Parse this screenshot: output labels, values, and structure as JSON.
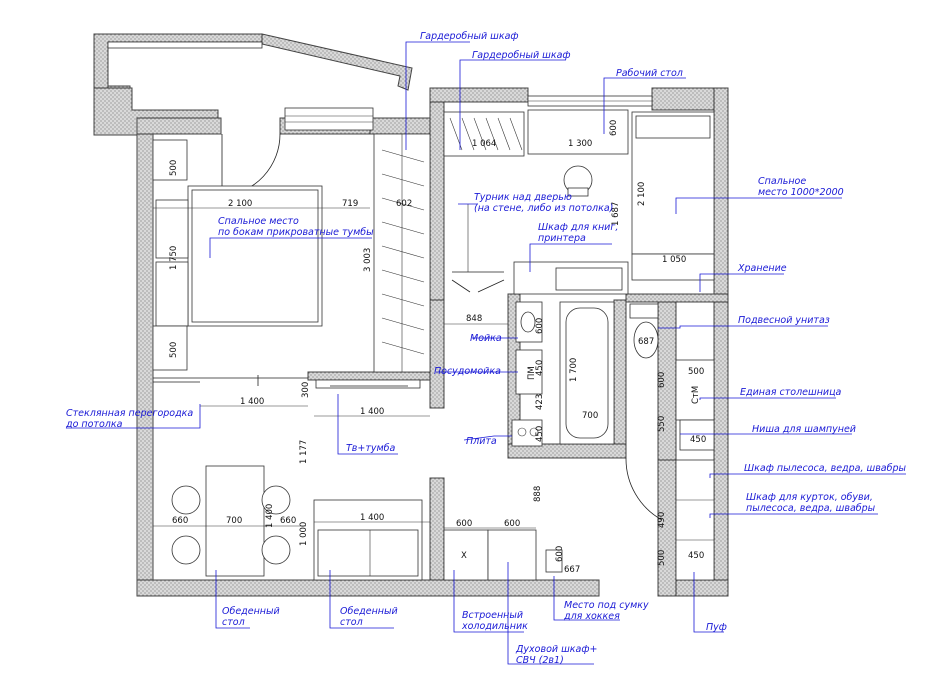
{
  "labels": {
    "wardrobe_1": "Гардеробный шкаф",
    "wardrobe_2": "Гардеробный шкаф",
    "desk": "Рабочий стол",
    "bed_1000": "Спальное место 1000*2000",
    "bed_side": "Спальное место по бокам прикроватные тумбы",
    "pullup_bar": "Турник над дверью (на стене, либо из потолка)",
    "bookcase": "Шкаф для книг, принтера",
    "storage": "Хранение",
    "toilet": "Подвесной унитаз",
    "sink": "Мойка",
    "dishwasher": "Посудомойка",
    "countertop": "Единая столешница",
    "shampoo_niche": "Ниша для шампуней",
    "glass_partition": "Стеклянная перегородка до потолка",
    "tv_stand": "Тв+тумба",
    "stove": "Плита",
    "vacuum_cabinet": "Шкаф пылесоса, ведра, швабры",
    "jacket_cabinet": "Шкаф для курток, обуви, пылесоса, ведра, швабры",
    "dining_table_1": "Обеденный стол",
    "dining_table_2": "Обеденный стол",
    "fridge": "Встроенный холодильник",
    "oven": "Духовой шкаф+ СВЧ (2в1)",
    "bag_place": "Место под сумку для хоккея",
    "pouf": "Пуф"
  },
  "dims": {
    "d2100": "2 100",
    "d719": "719",
    "d602": "602",
    "d1064": "1 064",
    "d1300": "1 300",
    "d600_desk": "600",
    "d2100v": "2 100",
    "d1050": "1 050",
    "d500a": "500",
    "d1750": "1 750",
    "d500b": "500",
    "d3003": "3 003",
    "d1687": "1 687",
    "d848": "848",
    "d600_sink": "600",
    "d450_dish": "450",
    "d423": "423",
    "d450_stove": "450",
    "d1700": "1 700",
    "d700_bath": "700",
    "d687": "687",
    "d500_c": "500",
    "d600_c": "600",
    "d450_c": "450",
    "d550": "550",
    "d1400_glass": "1 400",
    "d300": "300",
    "d1400_tv": "1 400",
    "d1177": "1 177",
    "d888": "888",
    "d660a": "660",
    "d700_table": "700",
    "d1400_tbl": "1 400",
    "d660b": "660",
    "d1000": "1 000",
    "d1400_sofa": "1 400",
    "d600_f1": "600",
    "d600_f2": "600",
    "d600_bag": "600",
    "d667": "667",
    "d490": "490",
    "d500_pouf": "500",
    "d450_pouf": "450"
  },
  "appliance_marks": {
    "dishwasher_mark": "ПМ",
    "washer_mark": "СтМ",
    "fridge_mark": "X"
  },
  "colors": {
    "label_blue": "#1a1ad6",
    "wall_hatch": "#9a9a9a",
    "line": "#222222"
  }
}
